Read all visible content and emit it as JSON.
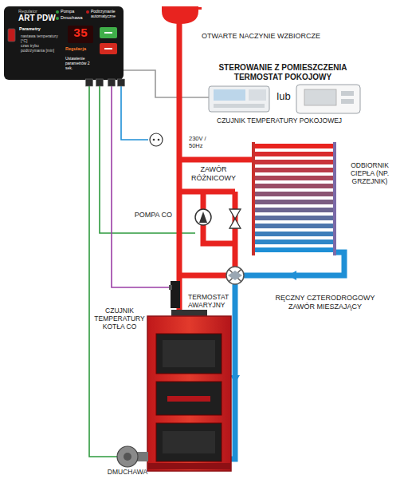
{
  "diagram": {
    "nodes": [
      {
        "text": [
          "Regulator",
          "ART PDW"
        ]
      },
      {
        "text": [
          "35"
        ],
        "in": 0
      }
    ],
    "labels": [
      "Pompa",
      "Dmuchawa",
      "Podtrzymanie automatyczne",
      "Parametry",
      "nastawa temperatury [°C]",
      "czas trybu podtrzymania [min]",
      "Regulacja",
      "Ustawienie parametrów 2 sek.",
      "OTWARTE NACZYNIE WZBIORCZE",
      "STEROWANIE Z POMIESZCZENIA TERMOSTAT POKOJOWY",
      "lub",
      "CZUJNIK TEMPERATURY POKOJOWEJ",
      "230V / 50Hz",
      "ZAWÓR RÓŻNICOWY",
      "ODBIORNIK CIEPŁA (NP. GRZEJNIK)",
      "POMPA CO",
      "CZUJNIK TEMPERATURY KOTŁA CO",
      "TERMOSTAT AWARYJNY",
      "RĘCZNY CZTERODROGOWY ZAWÓR MIESZAJĄCY",
      "DMUCHAWA"
    ]
  }
}
